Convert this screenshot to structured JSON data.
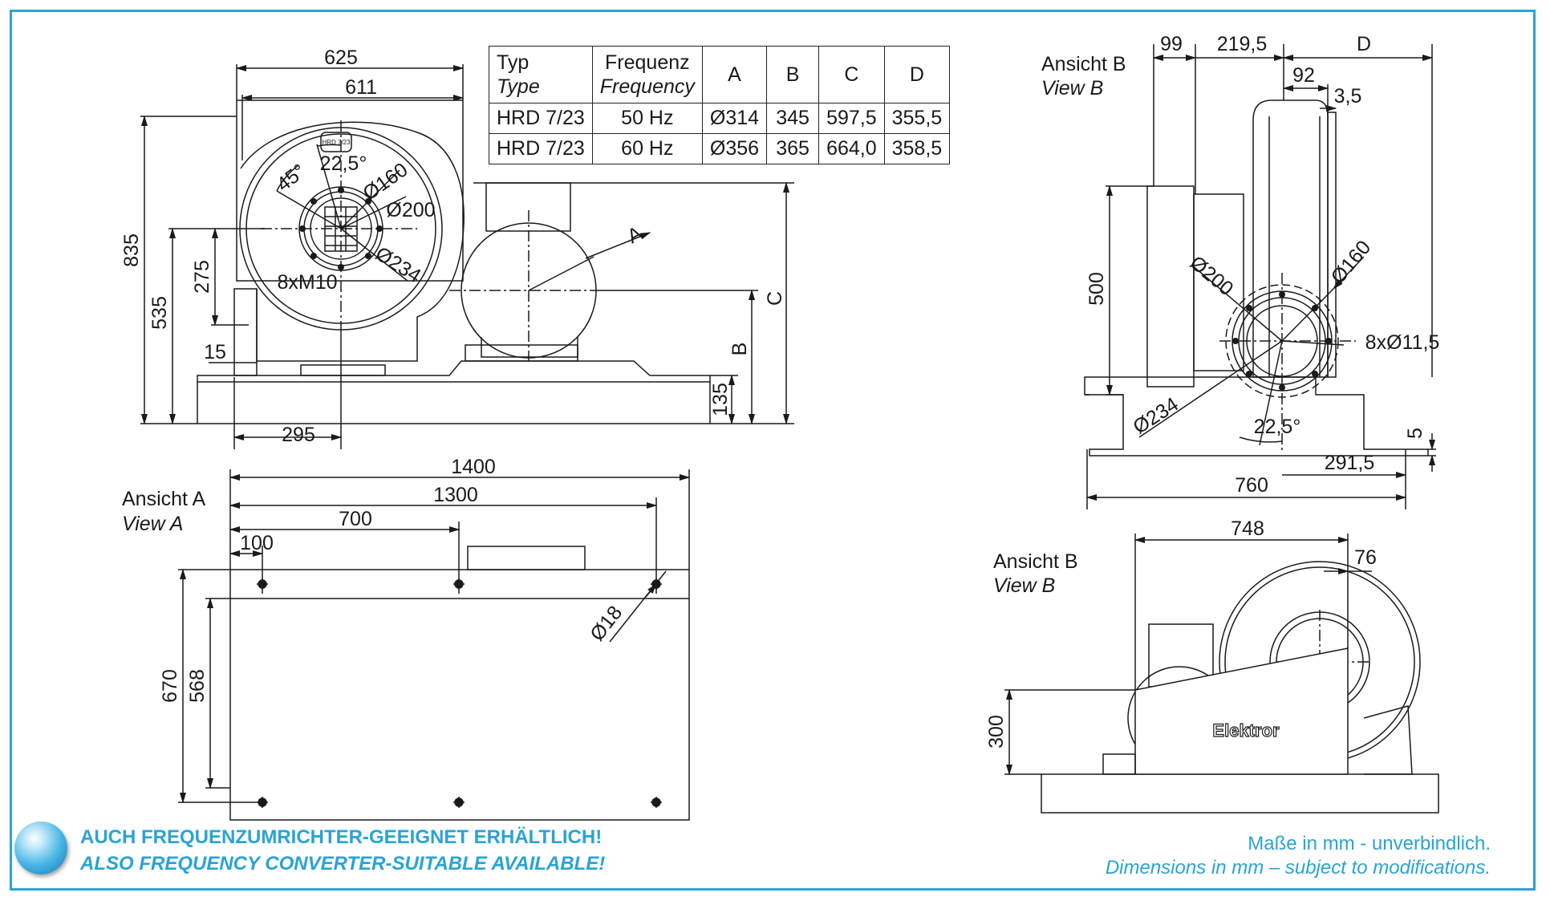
{
  "table": {
    "headers": [
      {
        "de": "Typ",
        "en": "Type"
      },
      {
        "de": "Frequenz",
        "en": "Frequency"
      },
      {
        "de": "A",
        "en": ""
      },
      {
        "de": "B",
        "en": ""
      },
      {
        "de": "C",
        "en": ""
      },
      {
        "de": "D",
        "en": ""
      }
    ],
    "rows": [
      [
        "HRD 7/23",
        "50 Hz",
        "Ø314",
        "345",
        "597,5",
        "355,5"
      ],
      [
        "HRD 7/23",
        "60 Hz",
        "Ø356",
        "365",
        "664,0",
        "358,5"
      ]
    ]
  },
  "front": {
    "d625": "625",
    "d611": "611",
    "d835": "835",
    "d535": "535",
    "d275": "275",
    "d15": "15",
    "d295": "295",
    "d135": "135",
    "B": "B",
    "C": "C",
    "A": "A",
    "a22": "22,5°",
    "a45": "45°",
    "o160": "Ø160",
    "o200": "Ø200",
    "o234": "Ø234",
    "bolts": "8xM10",
    "plate": "HRD 7/23"
  },
  "sideB1": {
    "title_de": "Ansicht B",
    "title_en": "View B",
    "d99": "99",
    "d219": "219,5",
    "D": "D",
    "d92": "92",
    "d35": "3,5",
    "d500": "500",
    "o200": "Ø200",
    "o160": "Ø160",
    "holes": "8xØ11,5",
    "o234": "Ø234",
    "a22": "22,5°",
    "d5": "5",
    "d291": "291,5",
    "d760": "760"
  },
  "viewA": {
    "title_de": "Ansicht A",
    "title_en": "View A",
    "d1400": "1400",
    "d1300": "1300",
    "d700": "700",
    "d100": "100",
    "o18": "Ø18",
    "d670": "670",
    "d568": "568"
  },
  "sideB2": {
    "title_de": "Ansicht B",
    "title_en": "View B",
    "d748": "748",
    "d76": "76",
    "d300": "300",
    "brand": "Elektror"
  },
  "footer": {
    "note_de": "AUCH FREQUENZUMRICHTER-GEEIGNET ERHÄLTLICH!",
    "note_en": "ALSO FREQUENCY CONVERTER-SUITABLE AVAILABLE!",
    "disclaimer_de": "Maße in mm - unverbindlich.",
    "disclaimer_en": "Dimensions in mm – subject to modifications."
  },
  "colors": {
    "accent": "#2aa3d6",
    "line": "#1a1a1a"
  }
}
